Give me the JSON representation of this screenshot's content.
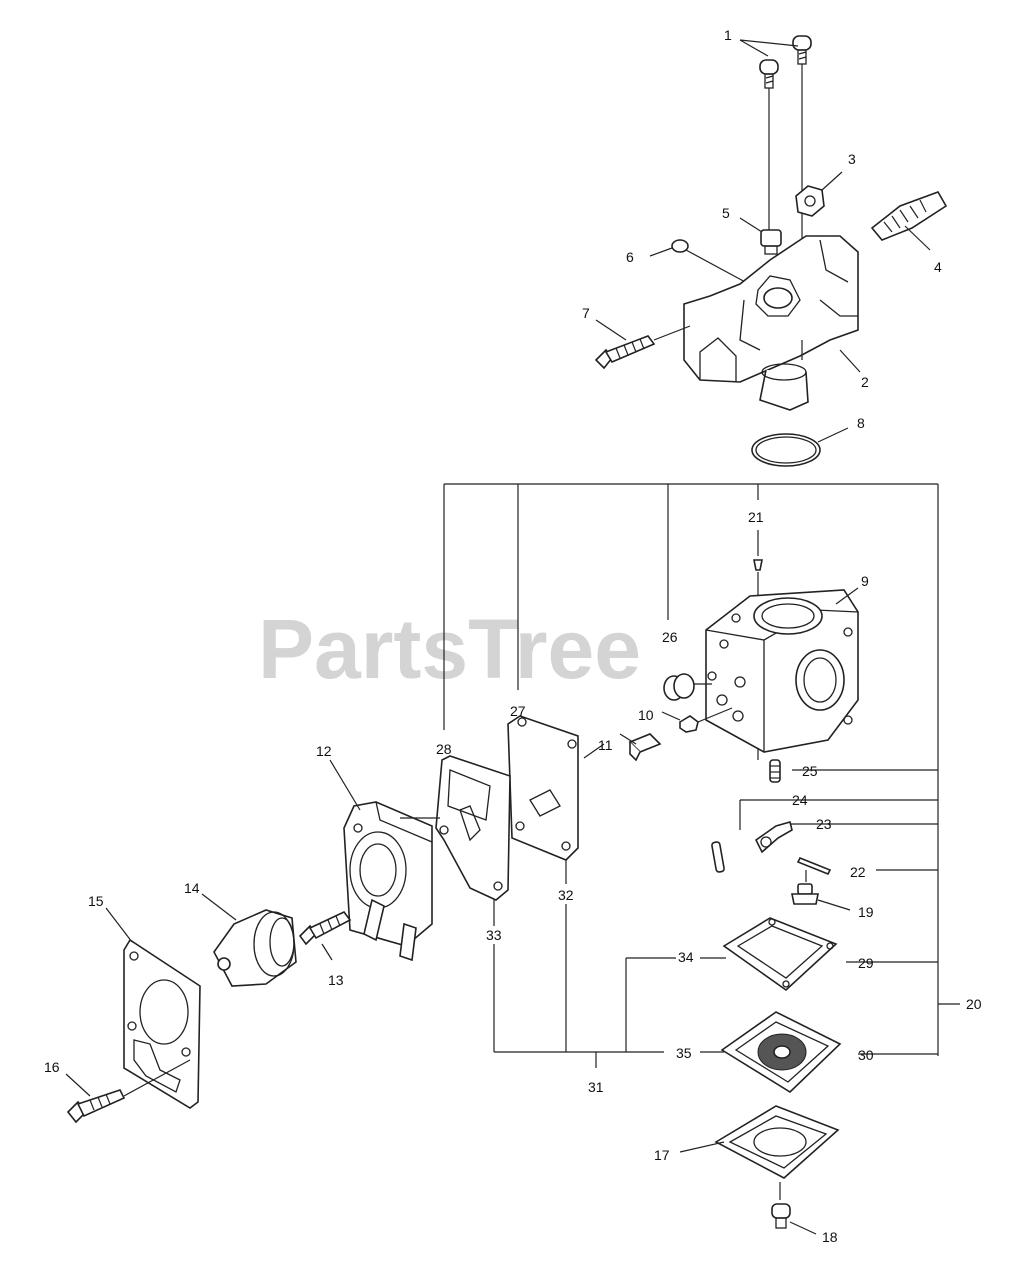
{
  "watermark": "PartsTree",
  "callouts": {
    "c1": "1",
    "c2": "2",
    "c3": "3",
    "c4": "4",
    "c5": "5",
    "c6": "6",
    "c7": "7",
    "c8": "8",
    "c9": "9",
    "c10": "10",
    "c11": "11",
    "c12": "12",
    "c13": "13",
    "c14": "14",
    "c15": "15",
    "c16": "16",
    "c17": "17",
    "c18": "18",
    "c19": "19",
    "c20": "20",
    "c21": "21",
    "c22": "22",
    "c23": "23",
    "c24": "24",
    "c25": "25",
    "c26": "26",
    "c27": "27",
    "c28": "28",
    "c29": "29",
    "c30": "30",
    "c31": "31",
    "c32": "32",
    "c33": "33",
    "c34": "34",
    "c35": "35"
  }
}
